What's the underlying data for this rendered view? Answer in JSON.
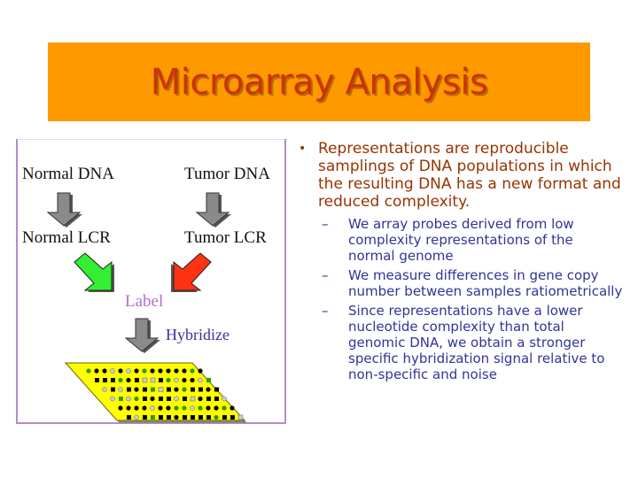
{
  "slide": {
    "title": "Microarray Analysis",
    "colors": {
      "banner": "#ff9900",
      "title": "#cc3300",
      "main_bullet": "#993300",
      "sub_bullet": "#333399",
      "diagram_border": "#b58cc8",
      "chip": "#ffff00",
      "normal_arrow": "#33ee33",
      "tumor_arrow": "#ff3311"
    }
  },
  "diagram": {
    "normal_dna": "Normal DNA",
    "tumor_dna": "Tumor DNA",
    "normal_lcr": "Normal LCR",
    "tumor_lcr": "Tumor LCR",
    "label": "Label",
    "hybridize": "Hybridize",
    "icons": {
      "down_arrow": "gray-down-arrow-icon",
      "normal_arrow": "green-diagonal-arrow-icon",
      "tumor_arrow": "red-diagonal-arrow-icon",
      "chip": "microarray-chip-icon"
    }
  },
  "bullets": {
    "main": "Representations are reproducible samplings of DNA populations in which the resulting DNA has a new format and reduced complexity.",
    "main_marker": "•",
    "sub_marker": "–",
    "sub": [
      "We array probes derived from low complexity representations of the normal genome",
      "We measure differences in gene copy number between samples ratiometrically",
      "Since representations have a lower nucleotide complexity than total genomic DNA, we obtain a stronger specific hybridization signal relative to non-specific and noise"
    ]
  }
}
